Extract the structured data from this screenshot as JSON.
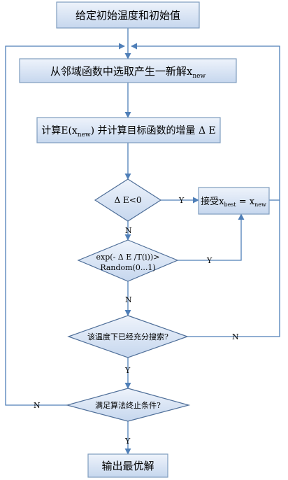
{
  "nodes": {
    "init": "给定初始温度和初始值",
    "select_main": "从邻域函数中选取产生一新解x",
    "select_sub": "new",
    "compute_pre": "计算E(x",
    "compute_sub": "new",
    "compute_post": ") 并计算目标函数的增量 Δ E",
    "cond1": "Δ E<0",
    "accept_pre": "接受x",
    "accept_sub1": "best",
    "accept_mid": " = x",
    "accept_sub2": "new",
    "cond2_line1": "exp(- Δ E /T(i))>",
    "cond2_line2": "Random(0...1)",
    "cond3": "该温度下已经充分搜索?",
    "cond4": "满足算法终止条件?",
    "output": "输出最优解"
  },
  "edge_labels": {
    "c1_yes": "Y",
    "c1_no": "N",
    "c2_yes": "Y",
    "c2_no": "N",
    "c3_yes": "Y",
    "c3_no": "N",
    "c4_yes": "Y",
    "c4_no": "N"
  },
  "colors": {
    "line": "#4f7fb8",
    "box_fill_top": "#eaf1fb",
    "box_fill_bottom": "#c9d9ef"
  }
}
